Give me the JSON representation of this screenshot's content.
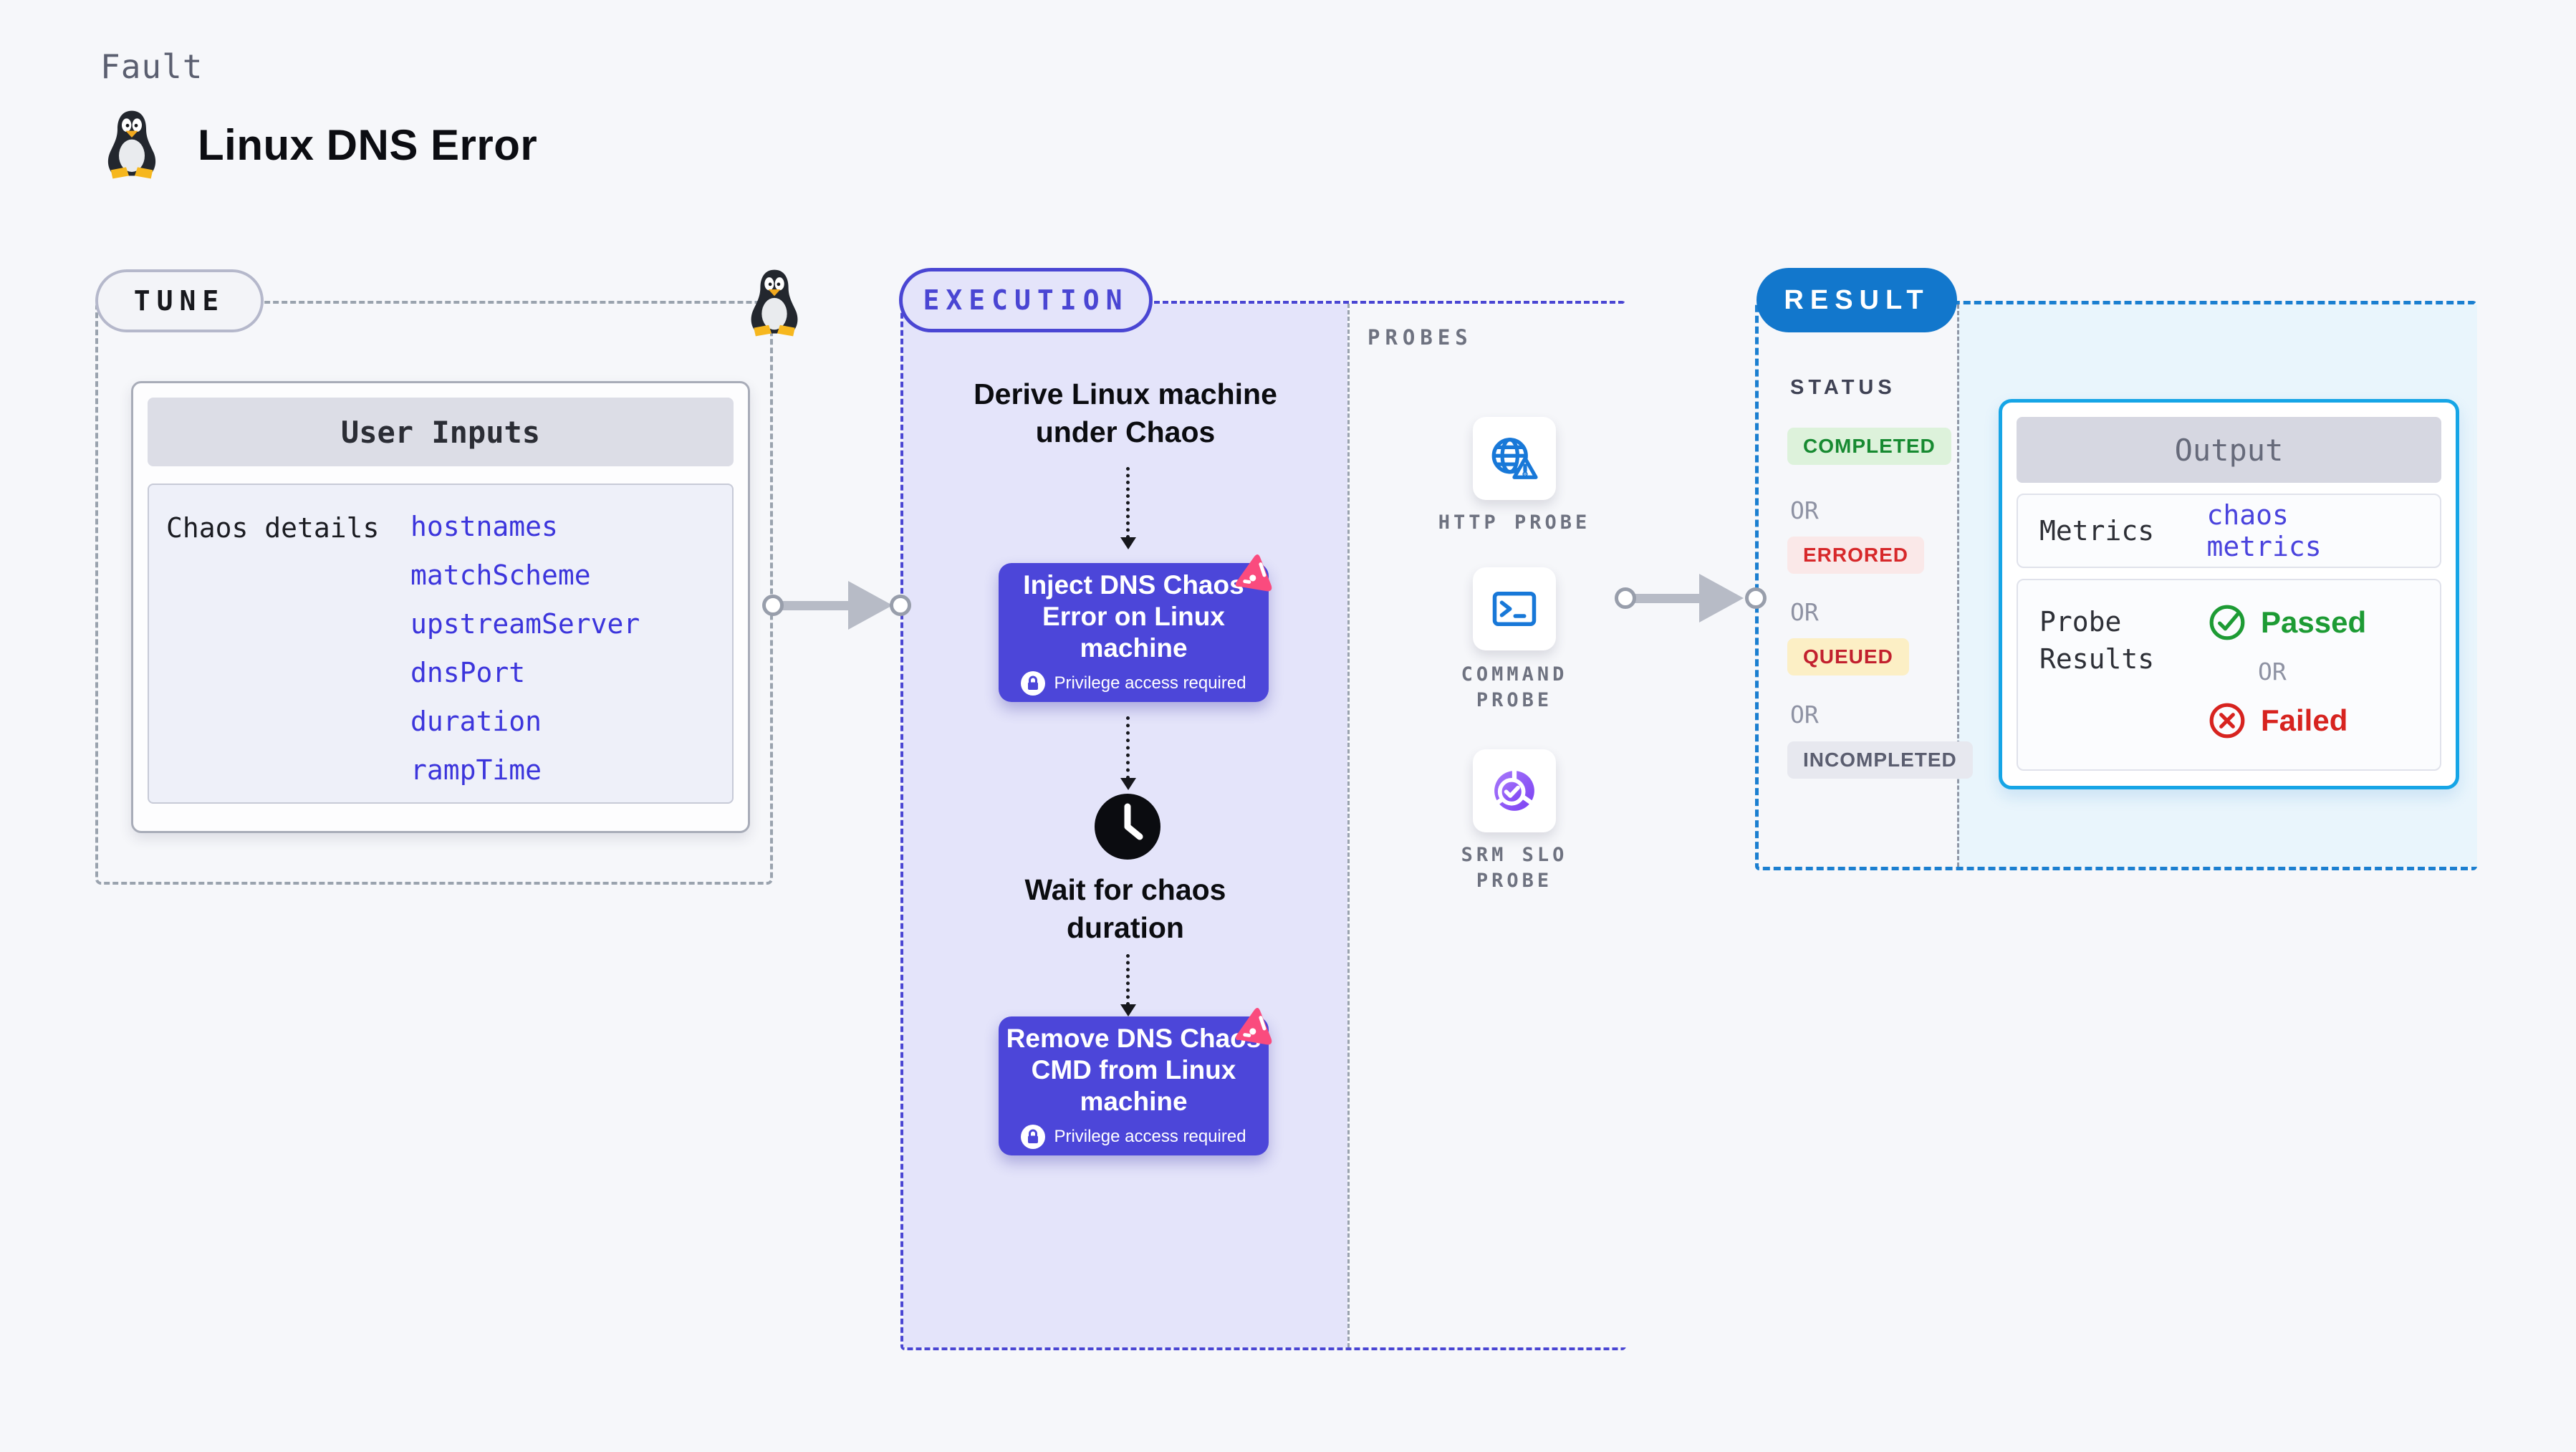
{
  "header": {
    "kicker": "Fault",
    "title": "Linux DNS Error"
  },
  "tune": {
    "label": "TUNE",
    "card_title": "User Inputs",
    "row_label": "Chaos details",
    "inputs": [
      "hostnames",
      "matchScheme",
      "upstreamServer",
      "dnsPort",
      "duration",
      "rampTime"
    ]
  },
  "execution": {
    "label": "EXECUTION",
    "derive_text": "Derive Linux machine\nunder Chaos",
    "inject_title": "Inject DNS Chaos\nError on Linux\nmachine",
    "wait_text": "Wait for chaos\nduration",
    "remove_title": "Remove DNS Chaos\nCMD from Linux\nmachine",
    "privilege_note": "Privilege access required"
  },
  "probes": {
    "label": "PROBES",
    "items": [
      {
        "name": "HTTP PROBE",
        "icon": "globe-alert-icon"
      },
      {
        "name": "COMMAND\nPROBE",
        "icon": "terminal-icon"
      },
      {
        "name": "SRM SLO\nPROBE",
        "icon": "slo-donut-icon"
      }
    ]
  },
  "result": {
    "label": "RESULT",
    "status_label": "STATUS",
    "or_label": "OR",
    "statuses": [
      {
        "text": "COMPLETED",
        "fg": "#178a31",
        "bg": "#ddf2db"
      },
      {
        "text": "ERRORED",
        "fg": "#d7282a",
        "bg": "#fae8e8"
      },
      {
        "text": "QUEUED",
        "fg": "#c2202e",
        "bg": "#fcefc5"
      },
      {
        "text": "INCOMPLETED",
        "fg": "#5a5d6f",
        "bg": "#e7e8ef"
      }
    ],
    "output": {
      "title": "Output",
      "metrics_label": "Metrics",
      "metrics_value": "chaos metrics",
      "probe_label": "Probe\nResults",
      "passed": "Passed",
      "or": "OR",
      "failed": "Failed"
    }
  },
  "colors": {
    "accent_indigo": "#4c46d9",
    "accent_blue": "#1277cc",
    "output_border_cyan": "#16a5e6",
    "probe_icon_blue": "#1878d8",
    "srm_purple": "#8b5cf6",
    "chaos_pink": "#fa4b7e",
    "passed_green": "#1d9b34",
    "failed_red": "#d7231f",
    "exec_bg": "#e4e4fa",
    "result_bg": "#e9f5fc",
    "link_indigo": "#3c35dc"
  }
}
